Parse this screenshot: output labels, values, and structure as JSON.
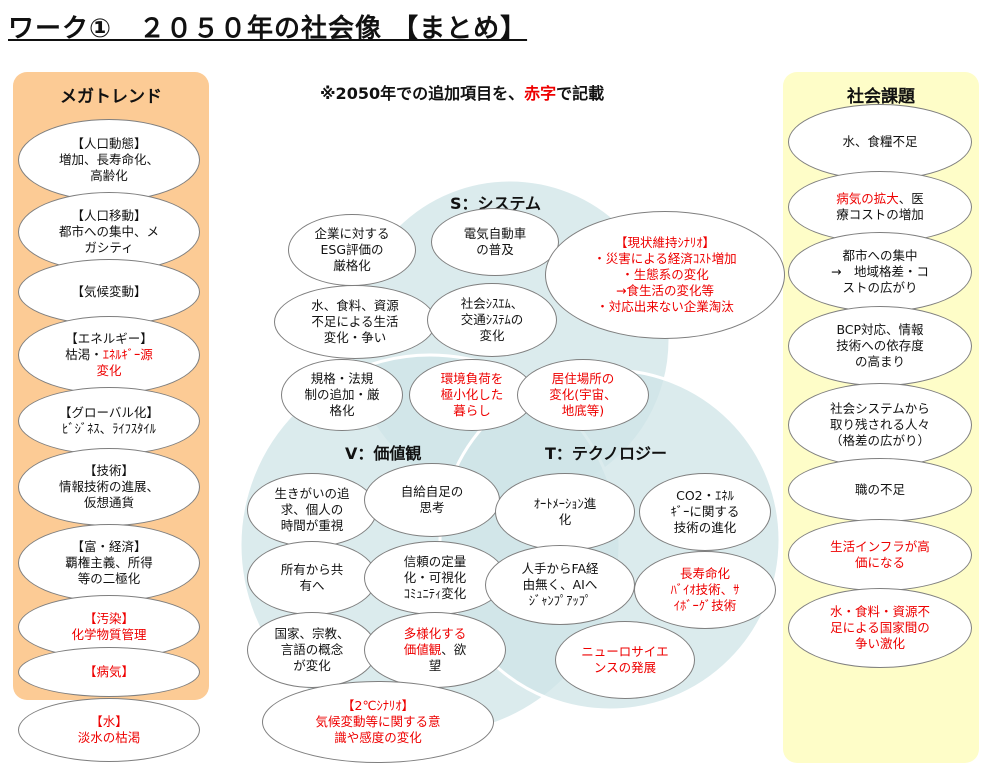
{
  "title": "ワーク①　２０５０年の社会像 【まとめ】",
  "note": {
    "prefix": "※2050年での追加項目を、",
    "red": "赤字",
    "suffix": "で記載"
  },
  "colors": {
    "red": "#e00000",
    "megatrend_bg": "#fccb95",
    "issues_bg": "#fefdc8",
    "venn": "#cfe4e7"
  },
  "megatrends": {
    "title": "メガトレンド",
    "items": [
      {
        "lines": [
          [
            {
              "t": "【人口動態】"
            }
          ],
          [
            {
              "t": "増加、長寿命化、"
            }
          ],
          [
            {
              "t": "高齢化"
            }
          ]
        ]
      },
      {
        "lines": [
          [
            {
              "t": "【人口移動】"
            }
          ],
          [
            {
              "t": "都市への集中、メ"
            }
          ],
          [
            {
              "t": "ガシティ"
            }
          ]
        ]
      },
      {
        "lines": [
          [
            {
              "t": "【気候変動】"
            }
          ]
        ]
      },
      {
        "lines": [
          [
            {
              "t": "【エネルギー】"
            }
          ],
          [
            {
              "t": "枯渇・"
            },
            {
              "t": "ｴﾈﾙｷﾞｰ源",
              "red": true
            }
          ],
          [
            {
              "t": "変化",
              "red": true
            }
          ]
        ]
      },
      {
        "lines": [
          [
            {
              "t": "【グローバル化】"
            }
          ],
          [
            {
              "t": "ﾋﾞｼﾞﾈｽ、ﾗｲﾌｽﾀｲﾙ"
            }
          ]
        ]
      },
      {
        "lines": [
          [
            {
              "t": "【技術】"
            }
          ],
          [
            {
              "t": "情報技術の進展、"
            }
          ],
          [
            {
              "t": "仮想通貨"
            }
          ]
        ]
      },
      {
        "lines": [
          [
            {
              "t": "【富・経済】"
            }
          ],
          [
            {
              "t": "覇権主義、所得"
            }
          ],
          [
            {
              "t": "等の二極化"
            }
          ]
        ]
      },
      {
        "lines": [
          [
            {
              "t": "【汚染】",
              "red": true
            }
          ],
          [
            {
              "t": "化学物質管理",
              "red": true
            }
          ]
        ]
      },
      {
        "lines": [
          [
            {
              "t": "【病気】",
              "red": true
            }
          ]
        ]
      },
      {
        "lines": [
          [
            {
              "t": "【水】",
              "red": true
            }
          ],
          [
            {
              "t": "淡水の枯渇",
              "red": true
            }
          ]
        ]
      }
    ]
  },
  "issues": {
    "title": "社会課題",
    "items": [
      {
        "lines": [
          [
            {
              "t": "水、食糧不足"
            }
          ]
        ]
      },
      {
        "lines": [
          [
            {
              "t": "病気の拡大",
              "red": true
            },
            {
              "t": "、医"
            }
          ],
          [
            {
              "t": "療コストの増加"
            }
          ]
        ]
      },
      {
        "lines": [
          [
            {
              "t": "都市への集中"
            }
          ],
          [
            {
              "t": "→　地域格差・コ"
            }
          ],
          [
            {
              "t": "ストの広がり"
            }
          ]
        ]
      },
      {
        "lines": [
          [
            {
              "t": "BCP対応、情報"
            }
          ],
          [
            {
              "t": "技術への依存度"
            }
          ],
          [
            {
              "t": "の高まり"
            }
          ]
        ]
      },
      {
        "lines": [
          [
            {
              "t": "社会システムから"
            }
          ],
          [
            {
              "t": "取り残される人々"
            }
          ],
          [
            {
              "t": "（格差の広がり）"
            }
          ]
        ]
      },
      {
        "lines": [
          [
            {
              "t": "職の不足"
            }
          ]
        ]
      },
      {
        "lines": [
          [
            {
              "t": "生活インフラが高",
              "red": true
            }
          ],
          [
            {
              "t": "価になる",
              "red": true
            }
          ]
        ]
      },
      {
        "lines": [
          [
            {
              "t": "水・食料・資源不",
              "red": true
            }
          ],
          [
            {
              "t": "足による国家間の",
              "red": true
            }
          ],
          [
            {
              "t": "争い激化",
              "red": true
            }
          ]
        ]
      }
    ]
  },
  "venn": {
    "s_label": "S：システム",
    "v_label": "V：価値観",
    "t_label": "T：テクノロジー",
    "items": [
      {
        "lines": [
          [
            {
              "t": "企業に対する"
            }
          ],
          [
            {
              "t": "ESG評価の"
            }
          ],
          [
            {
              "t": "厳格化"
            }
          ]
        ]
      },
      {
        "lines": [
          [
            {
              "t": "電気自動車"
            }
          ],
          [
            {
              "t": "の普及"
            }
          ]
        ]
      },
      {
        "lines": [
          [
            {
              "t": "【現状維持ｼﾅﾘｵ】",
              "red": true
            }
          ],
          [
            {
              "t": "・災害による経済ｺｽﾄ増加",
              "red": true
            }
          ],
          [
            {
              "t": "・生態系の変化",
              "red": true
            }
          ],
          [
            {
              "t": "→食生活の変化等",
              "red": true
            }
          ],
          [
            {
              "t": "・対応出来ない企業淘汰",
              "red": true
            }
          ]
        ]
      },
      {
        "lines": [
          [
            {
              "t": "水、食料、資源"
            }
          ],
          [
            {
              "t": "不足による生活"
            }
          ],
          [
            {
              "t": "変化・争い"
            }
          ]
        ]
      },
      {
        "lines": [
          [
            {
              "t": "社会ｼｽｴﾑ、"
            }
          ],
          [
            {
              "t": "交通ｼｽﾃﾑの"
            }
          ],
          [
            {
              "t": "変化"
            }
          ]
        ]
      },
      {
        "lines": [
          [
            {
              "t": "規格・法規"
            }
          ],
          [
            {
              "t": "制の追加・厳"
            }
          ],
          [
            {
              "t": "格化"
            }
          ]
        ]
      },
      {
        "lines": [
          [
            {
              "t": "環境負荷を",
              "red": true
            }
          ],
          [
            {
              "t": "極小化した",
              "red": true
            }
          ],
          [
            {
              "t": "暮らし",
              "red": true
            }
          ]
        ]
      },
      {
        "lines": [
          [
            {
              "t": "居住場所の",
              "red": true
            }
          ],
          [
            {
              "t": "変化(宇宙、",
              "red": true
            }
          ],
          [
            {
              "t": "地底等)",
              "red": true
            }
          ]
        ]
      },
      {
        "lines": [
          [
            {
              "t": "生きがいの追"
            }
          ],
          [
            {
              "t": "求、個人の"
            }
          ],
          [
            {
              "t": "時間が重視"
            }
          ]
        ]
      },
      {
        "lines": [
          [
            {
              "t": "自給自足の"
            }
          ],
          [
            {
              "t": "思考"
            }
          ]
        ]
      },
      {
        "lines": [
          [
            {
              "t": "ｵｰﾄﾒｰｼｮﾝ進"
            }
          ],
          [
            {
              "t": "化"
            }
          ]
        ]
      },
      {
        "lines": [
          [
            {
              "t": "CO2・ｴﾈﾙ"
            }
          ],
          [
            {
              "t": "ｷﾞｰに関する"
            }
          ],
          [
            {
              "t": "技術の進化"
            }
          ]
        ]
      },
      {
        "lines": [
          [
            {
              "t": "所有から共"
            }
          ],
          [
            {
              "t": "有へ"
            }
          ]
        ]
      },
      {
        "lines": [
          [
            {
              "t": "信頼の定量"
            }
          ],
          [
            {
              "t": "化・可視化"
            }
          ],
          [
            {
              "t": "ｺﾐｭﾆﾃｨ変化"
            }
          ]
        ]
      },
      {
        "lines": [
          [
            {
              "t": "人手からFA経"
            }
          ],
          [
            {
              "t": "由無く、AIへ"
            }
          ],
          [
            {
              "t": "ｼﾞｬﾝﾌﾟｱｯﾌﾟ"
            }
          ]
        ]
      },
      {
        "lines": [
          [
            {
              "t": "長寿命化",
              "red": true
            }
          ],
          [
            {
              "t": "ﾊﾞｲｵ技術、ｻ",
              "red": true
            }
          ],
          [
            {
              "t": "ｲﾎﾞｰｸﾞ技術",
              "red": true
            }
          ]
        ]
      },
      {
        "lines": [
          [
            {
              "t": "国家、宗教、"
            }
          ],
          [
            {
              "t": "言語の概念"
            }
          ],
          [
            {
              "t": "が変化"
            }
          ]
        ]
      },
      {
        "lines": [
          [
            {
              "t": "多様化する",
              "red": true
            }
          ],
          [
            {
              "t": "価値観",
              "red": true
            },
            {
              "t": "、欲"
            }
          ],
          [
            {
              "t": "望"
            }
          ]
        ]
      },
      {
        "lines": [
          [
            {
              "t": "ニューロサイエ",
              "red": true
            }
          ],
          [
            {
              "t": "ンスの発展",
              "red": true
            }
          ]
        ]
      },
      {
        "lines": [
          [
            {
              "t": "【2℃ｼﾅﾘｵ】",
              "red": true
            }
          ],
          [
            {
              "t": "気候変動等に関する意",
              "red": true
            }
          ],
          [
            {
              "t": "識や感度の変化",
              "red": true
            }
          ]
        ]
      }
    ]
  }
}
